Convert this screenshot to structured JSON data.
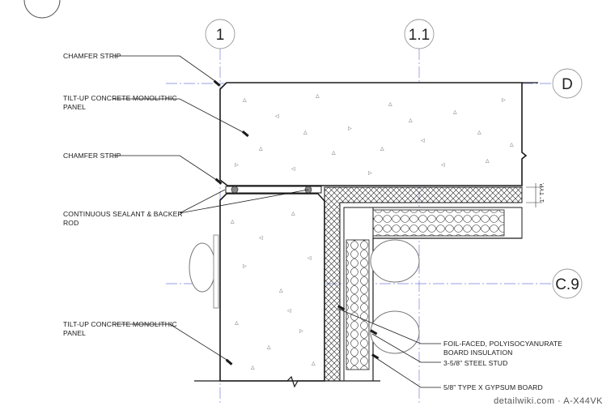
{
  "grid_lines": {
    "vertical": [
      "1",
      "1.1"
    ],
    "horizontal": [
      "D",
      "C.9"
    ]
  },
  "labels": {
    "chamfer_top": "CHAMFER STRIP",
    "panel_top_line1": "TILT-UP CONCRETE MONOLITHIC",
    "panel_top_line2": "PANEL",
    "chamfer_mid": "CHAMFER STRIP",
    "sealant_line1": "CONTINUOUS SEALANT & BACKER",
    "sealant_line2": "ROD",
    "panel_bottom_line1": "TILT-UP CONCRETE MONOLITHIC",
    "panel_bottom_line2": "PANEL",
    "insulation_line1": "FOIL-FACED, POLYISOCYANURATE",
    "insulation_line2": "BOARD INSULATION",
    "stud": "3-5/8\" STEEL STUD",
    "gypsum": "5/8\" TYPE X GYPSUM BOARD"
  },
  "dimension": "1\" TYP.",
  "watermark": "detailwiki.com · A-X44VK",
  "colors": {
    "line": "#1a1a1a",
    "grid": "#7a7fd8",
    "bubble": "#999999"
  }
}
